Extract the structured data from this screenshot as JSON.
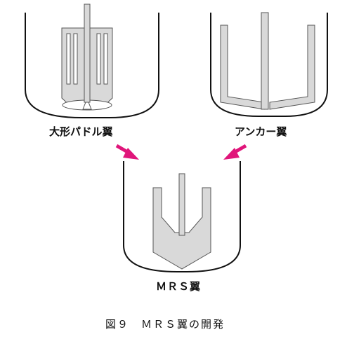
{
  "labels": {
    "large_paddle": "大形パドル翼",
    "anchor": "アンカー翼",
    "mrs": "ＭＲＳ翼"
  },
  "caption": "図９　ＭＲＳ翼の開発",
  "colors": {
    "vessel_line": "#111111",
    "impeller_fill": "#d9d9d9",
    "impeller_stroke": "#555555",
    "arrow": "#e0157a"
  },
  "icons": [
    "arrow-down-right-icon",
    "arrow-down-left-icon"
  ]
}
